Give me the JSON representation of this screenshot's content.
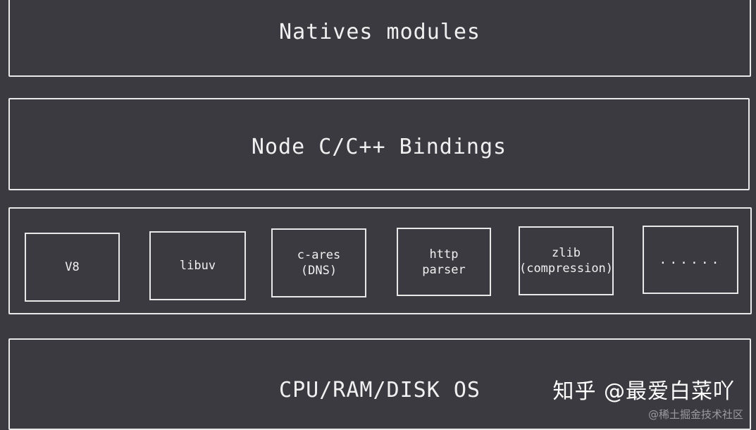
{
  "layers": {
    "natives": "Natives modules",
    "bindings": "Node C/C++ Bindings",
    "os": "CPU/RAM/DISK OS"
  },
  "dependencies": [
    "V8",
    "libuv",
    "c-ares\n(DNS)",
    "http\nparser",
    "zlib\n(compression)",
    "......"
  ],
  "watermark": {
    "primary": "知乎 @最爱白菜吖",
    "secondary": "@稀土掘金技术社区"
  }
}
